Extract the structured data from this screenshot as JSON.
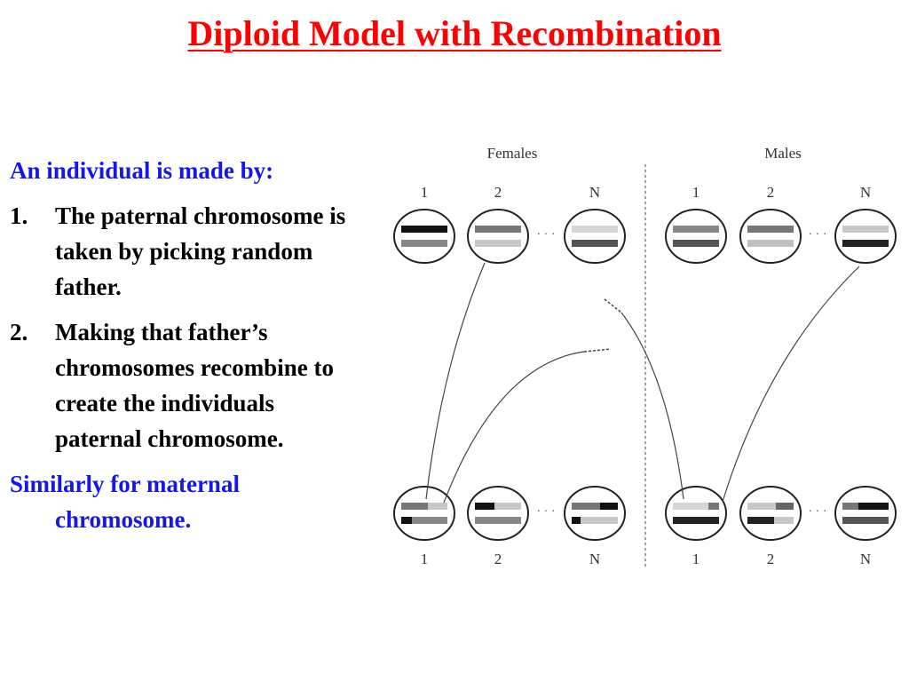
{
  "title": "Diploid Model with Recombination",
  "text": {
    "intro": "An individual is made by:",
    "items": [
      {
        "num": "1.",
        "text": "The paternal chromosome is taken by picking random father."
      },
      {
        "num": "2.",
        "text": "Making that father’s chromosomes recombine to create the individuals paternal chromosome."
      }
    ],
    "closing": "Similarly for maternal chromosome."
  },
  "diagram": {
    "females_label": "Females",
    "males_label": "Males",
    "index_labels": [
      "1",
      "2",
      "N",
      "1",
      "2",
      "N"
    ],
    "ellipsis": "· · ·",
    "colors": {
      "text_blue": "#1515ee",
      "title_red": "#ff0000"
    }
  }
}
